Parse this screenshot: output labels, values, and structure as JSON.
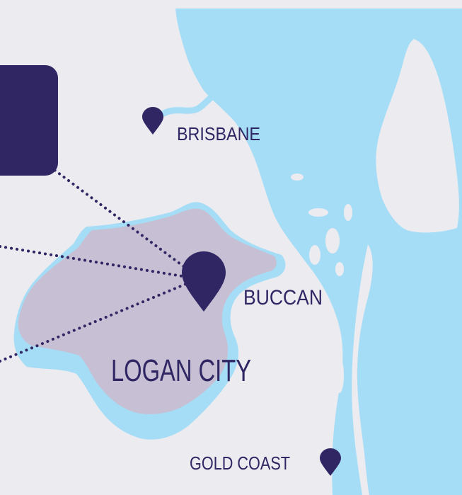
{
  "colors": {
    "land": "#ebebf0",
    "water": "#a5ddf7",
    "region": "#c7bfd3",
    "accent": "#2f2663"
  },
  "labels": {
    "brisbane": "BRISBANE",
    "buccan": "BUCCAN",
    "logan_city": "LOGAN CITY",
    "gold_coast": "GOLD COAST"
  },
  "icons": {
    "brisbane_pin": "map-pin-icon",
    "buccan_pin": "map-pin-icon",
    "gold_coast_pin": "map-pin-icon"
  }
}
